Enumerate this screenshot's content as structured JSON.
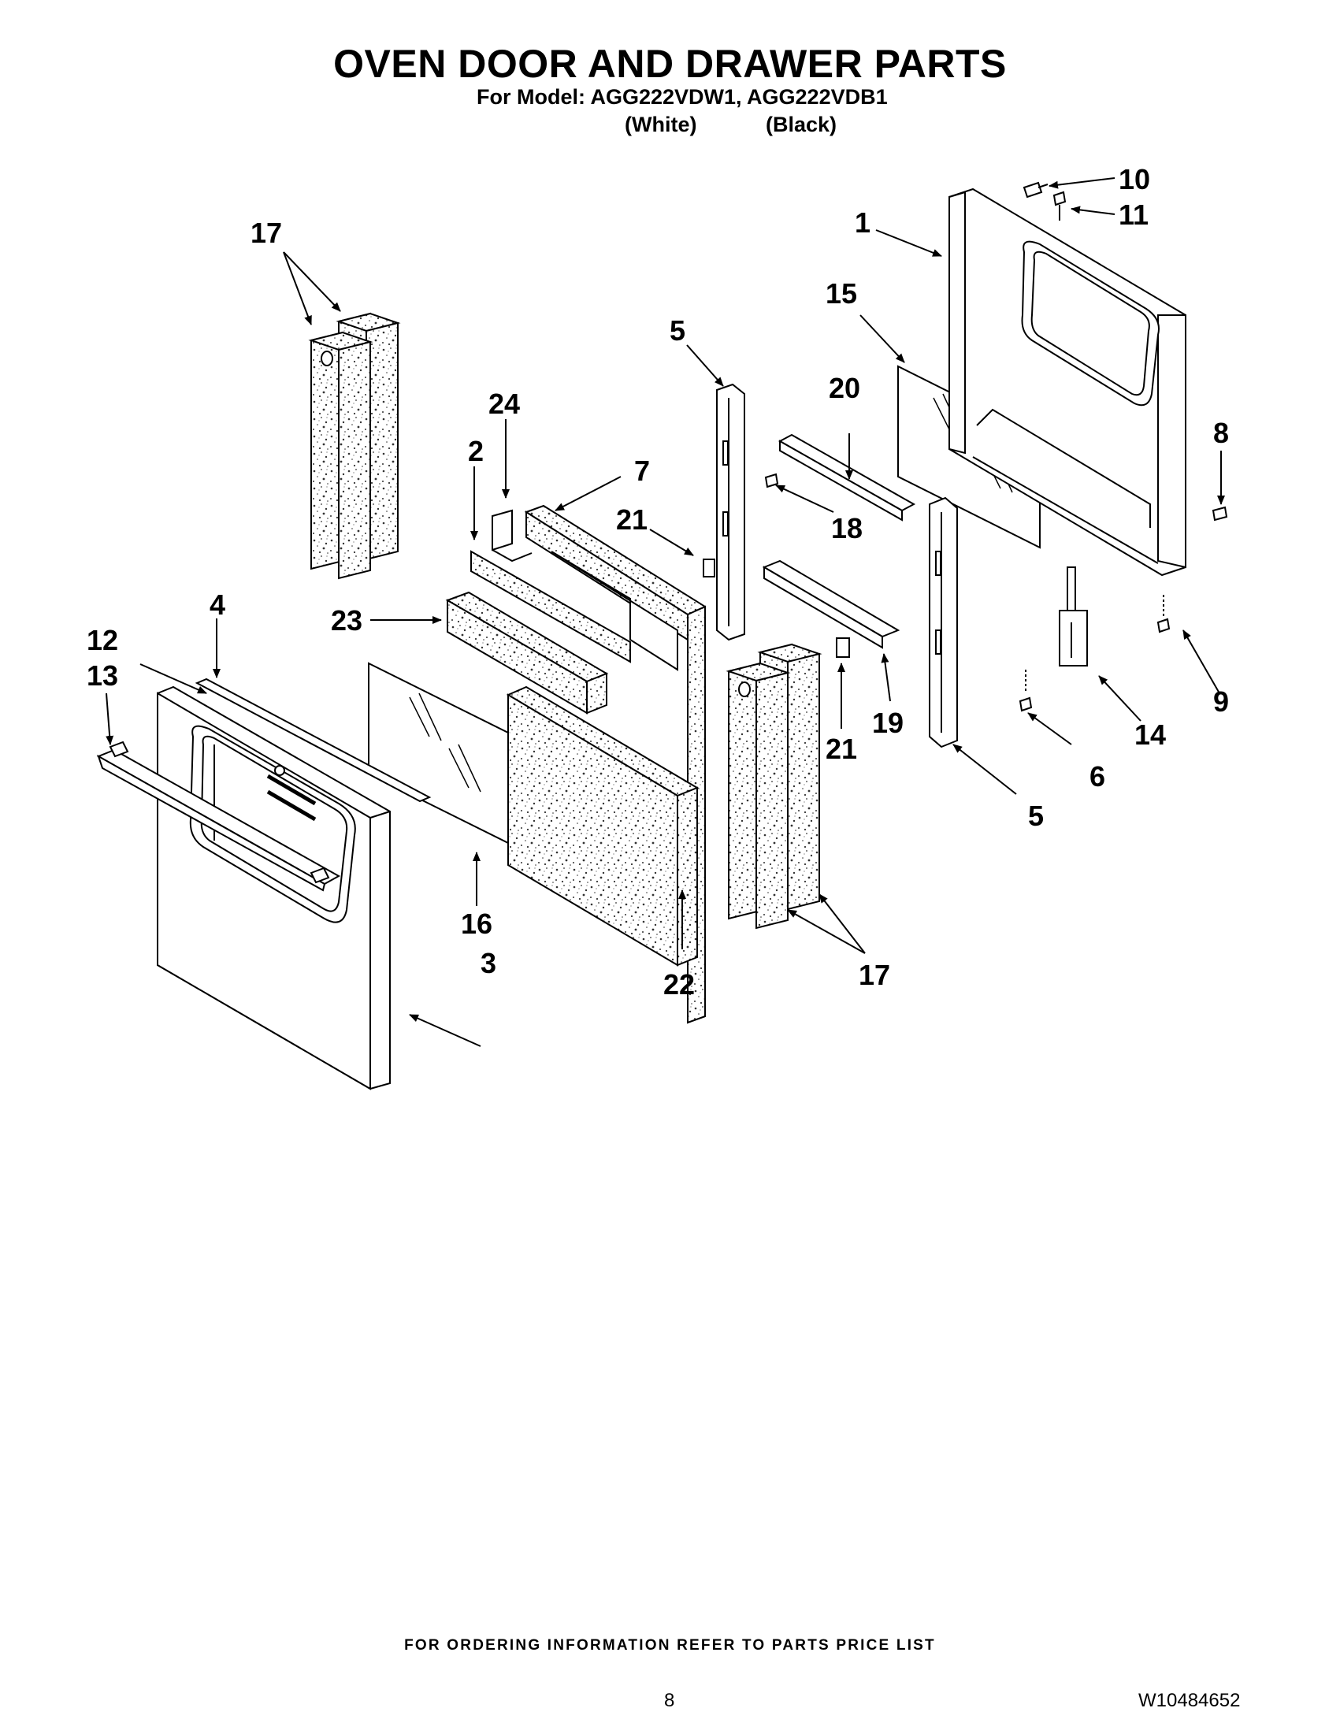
{
  "header": {
    "title": "OVEN DOOR AND DRAWER PARTS",
    "model_line": "For Model: AGG222VDW1, AGG222VDB1",
    "variant_white": "(White)",
    "variant_black": "(Black)"
  },
  "callouts": {
    "c1": "1",
    "c2": "2",
    "c3": "3",
    "c4": "4",
    "c5a": "5",
    "c5b": "5",
    "c6": "6",
    "c7": "7",
    "c8": "8",
    "c9": "9",
    "c10": "10",
    "c11": "11",
    "c12": "12",
    "c13": "13",
    "c14": "14",
    "c15": "15",
    "c16": "16",
    "c17a": "17",
    "c17b": "17",
    "c18": "18",
    "c19": "19",
    "c20": "20",
    "c21a": "21",
    "c21b": "21",
    "c22": "22",
    "c23": "23",
    "c24": "24"
  },
  "footer": {
    "ordering_note": "FOR ORDERING INFORMATION REFER TO PARTS PRICE LIST",
    "page_number": "8",
    "document_id": "W10484652"
  }
}
